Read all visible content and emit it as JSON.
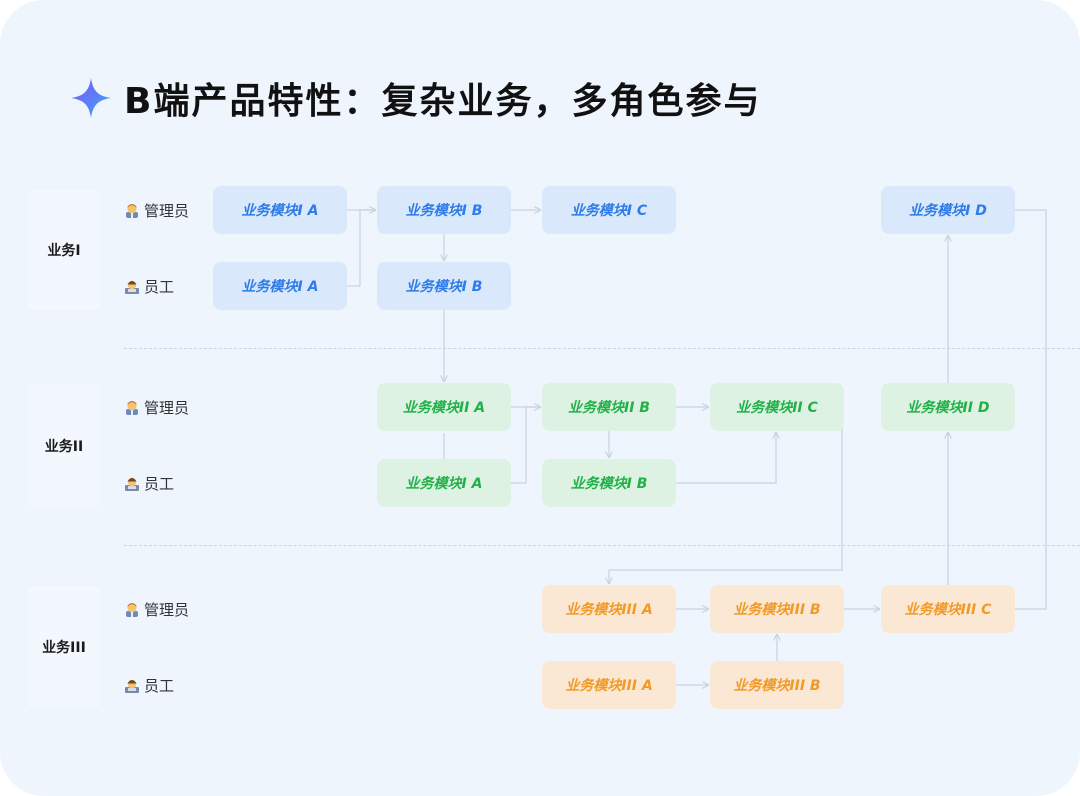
{
  "title": "B端产品特性：复杂业务，多角色参与",
  "colors": {
    "blue_bg": "#d9e9fb",
    "blue_text": "#2e7be9",
    "green_bg": "#ddf2e3",
    "green_text": "#22b148",
    "orange_bg": "#fae7d4",
    "orange_text": "#f29a25",
    "accent_star": "#6b7cf6"
  },
  "lanes": [
    {
      "label": "业务I"
    },
    {
      "label": "业务II"
    },
    {
      "label": "业务III"
    }
  ],
  "roles": {
    "admin": "管理员",
    "staff": "员工",
    "admin_icon": "manager-emoji-icon",
    "staff_icon": "worker-emoji-icon"
  },
  "modules": {
    "l1_admin_a": "业务模块I A",
    "l1_admin_b": "业务模块I B",
    "l1_admin_c": "业务模块I C",
    "l1_admin_d": "业务模块I D",
    "l1_staff_a": "业务模块I A",
    "l1_staff_b": "业务模块I B",
    "l2_admin_a": "业务模块II A",
    "l2_admin_b": "业务模块II B",
    "l2_admin_c": "业务模块II C",
    "l2_admin_d": "业务模块II D",
    "l2_staff_a": "业务模块I A",
    "l2_staff_b": "业务模块I B",
    "l3_admin_a": "业务模块III A",
    "l3_admin_b": "业务模块III B",
    "l3_admin_c": "业务模块III C",
    "l3_staff_a": "业务模块III A",
    "l3_staff_b": "业务模块III B"
  }
}
